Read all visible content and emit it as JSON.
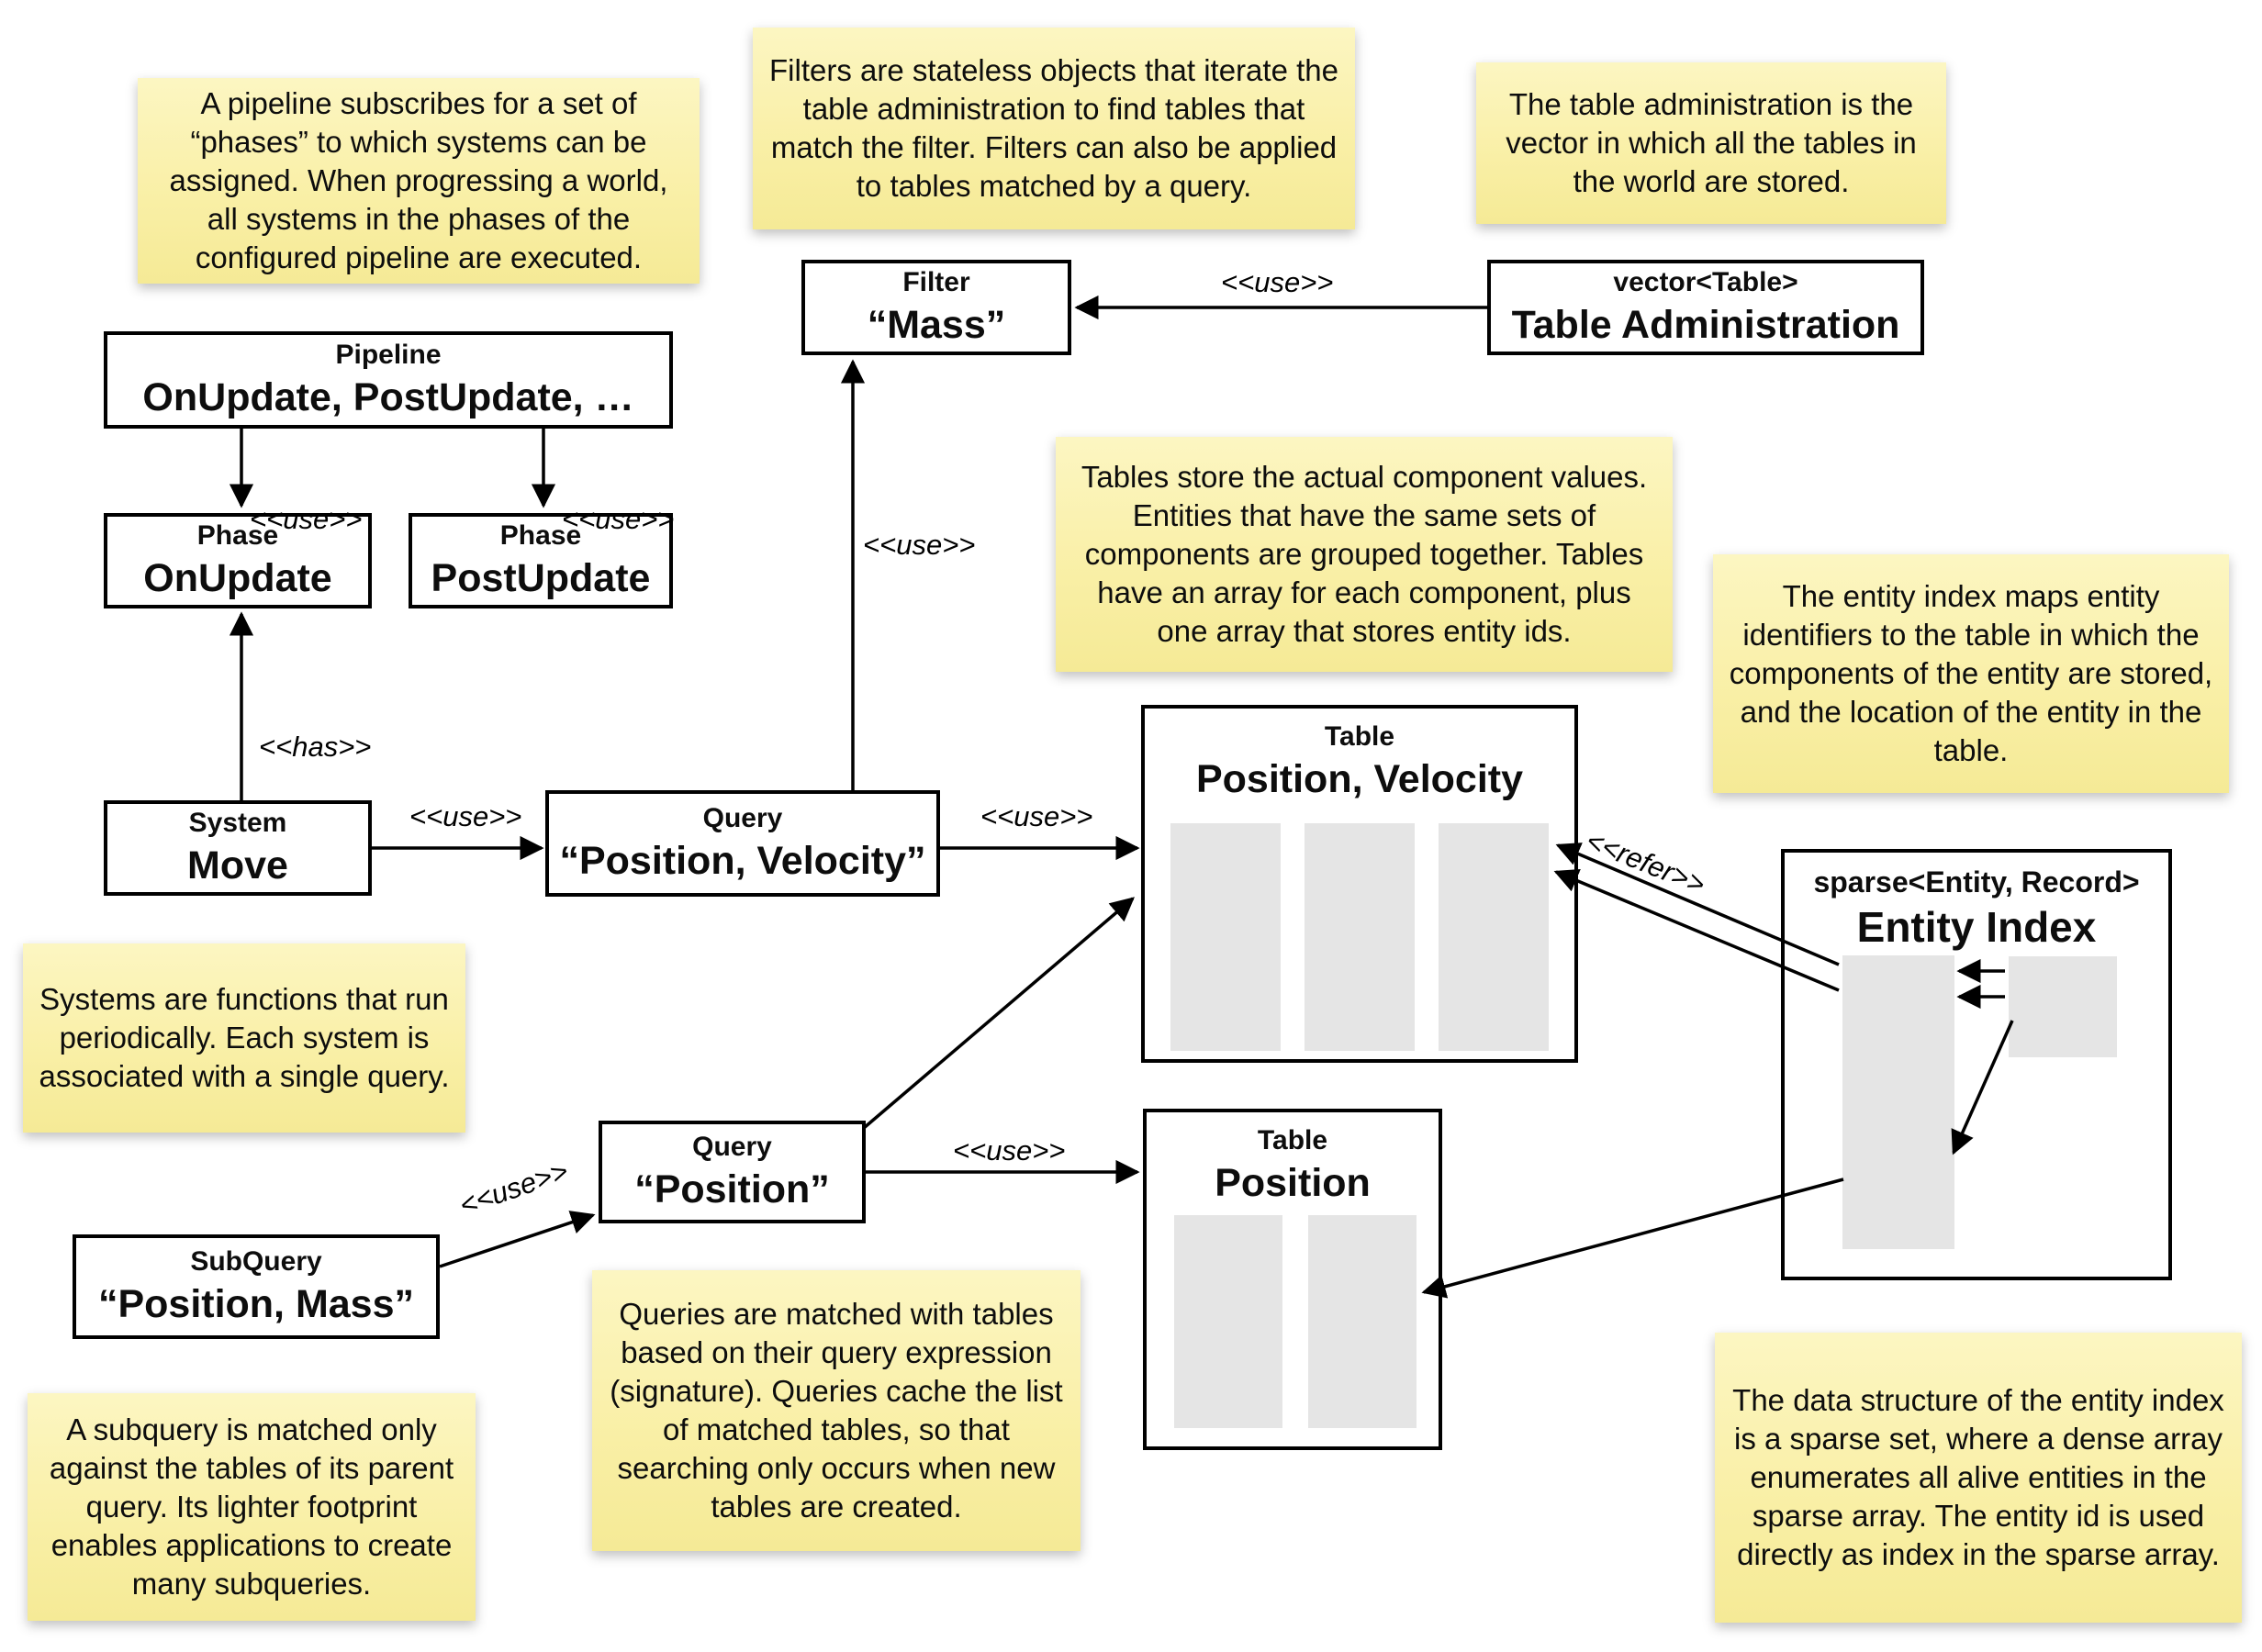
{
  "notes": {
    "pipeline": "A pipeline subscribes for a set of “phases” to which systems can be assigned. When progressing a world, all systems in the phases of the configured pipeline are executed.",
    "filters": "Filters are stateless objects that iterate the table administration to find tables that match the filter. Filters can also be applied to tables matched by a query.",
    "table_admin": "The table administration is the vector in which all the tables in the world are stored.",
    "tables": "Tables store the actual component values. Entities that have the same sets of components are grouped together. Tables have an array for each component, plus one array that stores entity ids.",
    "entity_index": "The entity index maps entity identifiers to the table in which the components of the entity are stored, and the location of the entity in the table.",
    "systems": "Systems are functions that run periodically. Each system is associated with a single query.",
    "queries": "Queries are matched with tables based on their query expression (signature). Queries cache the list of matched tables, so that searching only occurs when new tables are created.",
    "subquery": "A subquery is matched only against the tables of its parent query. Its lighter footprint enables applications to create many subqueries.",
    "sparse": "The data structure of the entity index is a sparse set, where a dense array enumerates all alive entities in the sparse array. The entity id is used directly as index in the sparse array."
  },
  "boxes": {
    "pipeline": {
      "title": "Pipeline",
      "value": "OnUpdate, PostUpdate, …"
    },
    "phase_onupdate": {
      "title": "Phase",
      "value": "OnUpdate"
    },
    "phase_postupdate": {
      "title": "Phase",
      "value": "PostUpdate"
    },
    "system_move": {
      "title": "System",
      "value": "Move"
    },
    "query_pos_vel": {
      "title": "Query",
      "value": "“Position, Velocity”"
    },
    "filter_mass": {
      "title": "Filter",
      "value": "“Mass”"
    },
    "table_admin": {
      "title": "vector<Table>",
      "value": "Table Administration"
    },
    "table_pos_vel": {
      "title": "Table",
      "value": "Position, Velocity"
    },
    "table_pos": {
      "title": "Table",
      "value": "Position"
    },
    "query_pos": {
      "title": "Query",
      "value": "“Position”"
    },
    "subquery": {
      "title": "SubQuery",
      "value": "“Position, Mass”"
    },
    "entity_index": {
      "title": "sparse<Entity, Record>",
      "value": "Entity Index"
    }
  },
  "labels": {
    "pipeline_onupdate": "<<use>>",
    "pipeline_postupdate": "<<use>>",
    "system_phase": "<<has>>",
    "system_query": "<<use>>",
    "query_filter": "<<use>>",
    "admin_filter": "<<use>>",
    "query_tablepv": "<<use>>",
    "querypos_tablepos": "<<use>>",
    "subquery_query": "<<use>>",
    "entity_tablepv": "<<refer>>"
  },
  "colors": {
    "note_background": "#f9efa5",
    "box_border": "#000000",
    "array_fill": "#e5e5e5",
    "arrow": "#000000"
  }
}
